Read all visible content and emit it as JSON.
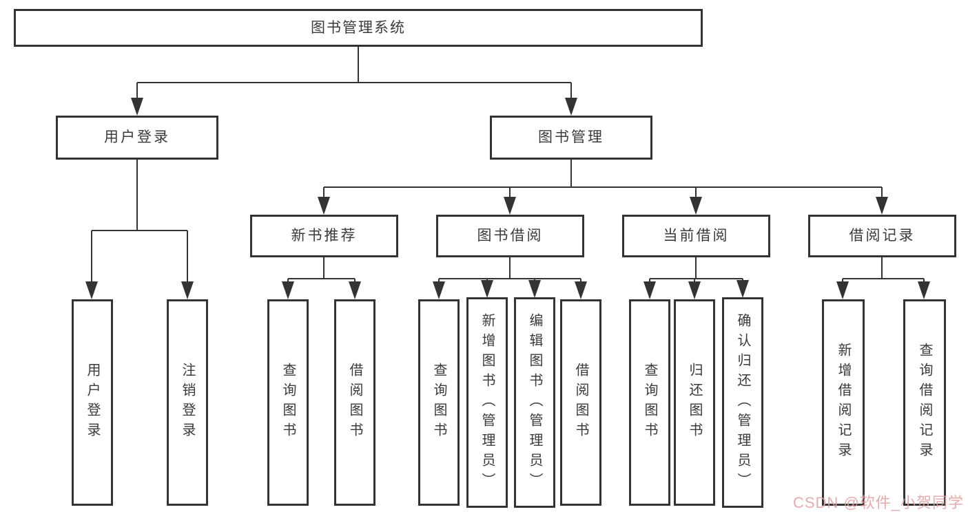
{
  "nodes": {
    "root": "图书管理系统",
    "user_login": "用户登录",
    "book_mgmt": "图书管理",
    "new_book_rec": "新书推荐",
    "book_borrow": "图书借阅",
    "current_borrow": "当前借阅",
    "borrow_record": "借阅记录",
    "ul_user_login": "用户登录",
    "ul_logout": "注销登录",
    "nb_query_book": "查询图书",
    "nb_borrow_book": "借阅图书",
    "bb_query_book": "查询图书",
    "bb_add_book": "新增图书（管理员）",
    "bb_edit_book": "编辑图书（管理员）",
    "bb_borrow_book": "借阅图书",
    "cb_query_book": "查询图书",
    "cb_return_book": "归还图书",
    "cb_confirm_return": "确认归还（管理员）",
    "br_add_record": "新增借阅记录",
    "br_query_record": "查询借阅记录"
  },
  "watermark": "CSDN @软件_小贺同学",
  "colors": {
    "line": "#333333",
    "text": "#3a3a3a",
    "watermark": "#e49e9e",
    "background": "#ffffff"
  }
}
